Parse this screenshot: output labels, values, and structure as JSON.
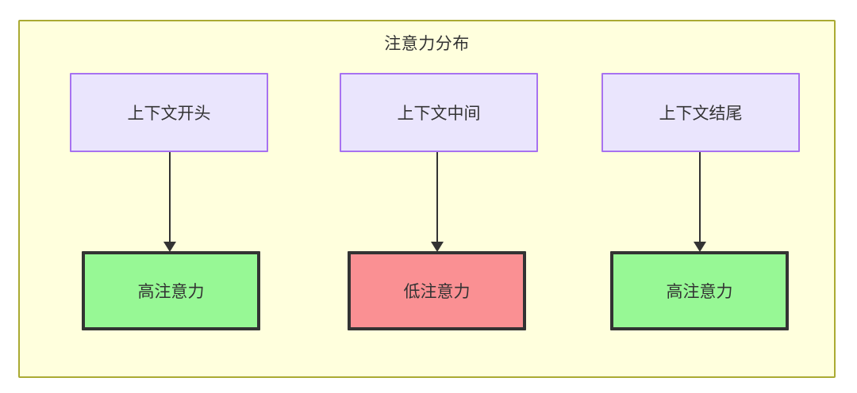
{
  "diagram": {
    "title": "注意力分布",
    "container": {
      "fill": "#ffffdd",
      "stroke": "#aaaa33"
    },
    "palette": {
      "top_node_fill": "#eae5fd",
      "top_node_stroke": "#a772f0",
      "high_attention_fill": "#97f895",
      "low_attention_fill": "#fa9093",
      "node_stroke_dark": "#333333",
      "edge_color": "#333333",
      "text_color": "#333333"
    },
    "nodes": {
      "top": [
        {
          "id": "ctx-start",
          "label": "上下文开头"
        },
        {
          "id": "ctx-middle",
          "label": "上下文中间"
        },
        {
          "id": "ctx-end",
          "label": "上下文结尾"
        }
      ],
      "bottom": [
        {
          "id": "attn-high-1",
          "label": "高注意力",
          "state": "high"
        },
        {
          "id": "attn-low",
          "label": "低注意力",
          "state": "low"
        },
        {
          "id": "attn-high-2",
          "label": "高注意力",
          "state": "high"
        }
      ]
    },
    "edges": [
      {
        "from": "ctx-start",
        "to": "attn-high-1",
        "arrow": "arrowhead-down-icon"
      },
      {
        "from": "ctx-middle",
        "to": "attn-low",
        "arrow": "arrowhead-down-icon"
      },
      {
        "from": "ctx-end",
        "to": "attn-high-2",
        "arrow": "arrowhead-down-icon"
      }
    ]
  }
}
